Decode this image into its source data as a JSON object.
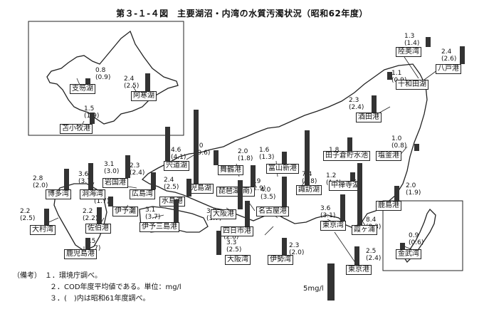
{
  "title": "第３-１-４図　主要湖沼・内湾の水質汚濁状況（昭和62年度）",
  "notes": {
    "head": "（備考）",
    "items": [
      "１．環境庁調べ。",
      "２．COD年度平均値である。単位：mg/l",
      "３．(　)内は昭和61年度調べ。"
    ]
  },
  "scale_label": "5mg/l",
  "sites": [
    {
      "name": "陸奥湾",
      "v": "1.3",
      "p": "(1.4)"
    },
    {
      "name": "八戸港",
      "v": "2.4",
      "p": "(2.6)"
    },
    {
      "name": "十和田湖",
      "v": "1.1",
      "p": "(0.9)"
    },
    {
      "name": "支笏湖",
      "v": "0.8",
      "p": "(0.9)"
    },
    {
      "name": "阿寒湖",
      "v": "2.4",
      "p": "(2.5)"
    },
    {
      "name": "苫小牧港",
      "v": "1.5",
      "p": "(1.9)"
    },
    {
      "name": "酒田港",
      "v": "2.3",
      "p": "(2.4)"
    },
    {
      "name": "塩釜港",
      "v": "1.0",
      "p": "(0.8)"
    },
    {
      "name": "田子倉貯水池",
      "v": "1.8",
      "p": "(1.9)"
    },
    {
      "name": "中禅寺湖",
      "v": "1.2",
      "p": "(1.4)"
    },
    {
      "name": "鹿島港",
      "v": "2.0",
      "p": "(1.9)"
    },
    {
      "name": "霞ヶ浦",
      "v": "8.4",
      "p": "(8.3)"
    },
    {
      "name": "東京湾",
      "v": "3.6",
      "p": "(3.1)"
    },
    {
      "name": "東京港",
      "v": "2.5",
      "p": "(2.4)"
    },
    {
      "name": "金武湾",
      "v": "0.9",
      "p": "(0.6)"
    },
    {
      "name": "諏訪湖",
      "v": "7.4",
      "p": "(7.8)"
    },
    {
      "name": "富山新港",
      "v": "1.6",
      "p": "(1.3)"
    },
    {
      "name": "舞鶴港",
      "v": "2.0",
      "p": "(1.8)"
    },
    {
      "name": "琵琶湖(南)",
      "v": "2.9",
      "p": "(2.9)"
    },
    {
      "name": "名古屋港",
      "v": "4.0",
      "p": "(3.5)"
    },
    {
      "name": "四日市港",
      "v": "3.5",
      "p": "(2.8)"
    },
    {
      "name": "伊勢湾",
      "v": "2.3",
      "p": "(2.0)"
    },
    {
      "name": "大阪湾",
      "v": "3.3",
      "p": "(2.5)"
    },
    {
      "name": "大阪港",
      "v": "3.9",
      "p": "(3.7)"
    },
    {
      "name": "児島湖",
      "v": "10",
      "p": "(9.6)"
    },
    {
      "name": "宍道湖",
      "v": "4.6",
      "p": "(4.1)"
    },
    {
      "name": "水島港",
      "v": "2.4",
      "p": "(2.5)"
    },
    {
      "name": "広島湾",
      "v": "2.3",
      "p": "(2.4)"
    },
    {
      "name": "伊予三島港",
      "v": "3.1",
      "p": "(3.7)"
    },
    {
      "name": "岩国港",
      "v": "3.1",
      "p": "(3.0)"
    },
    {
      "name": "伊予灘",
      "v": "1.3",
      "p": "(1.7)"
    },
    {
      "name": "洞海湾",
      "v": "3.6",
      "p": "(3.7)"
    },
    {
      "name": "博多湾",
      "v": "2.8",
      "p": "(2.0)"
    },
    {
      "name": "大村湾",
      "v": "2.2",
      "p": "(2.5)"
    },
    {
      "name": "佐伯港",
      "v": "2.2",
      "p": "(2.2)"
    },
    {
      "name": "鹿児島港",
      "v": "1.5",
      "p": "(1.7)"
    }
  ]
}
